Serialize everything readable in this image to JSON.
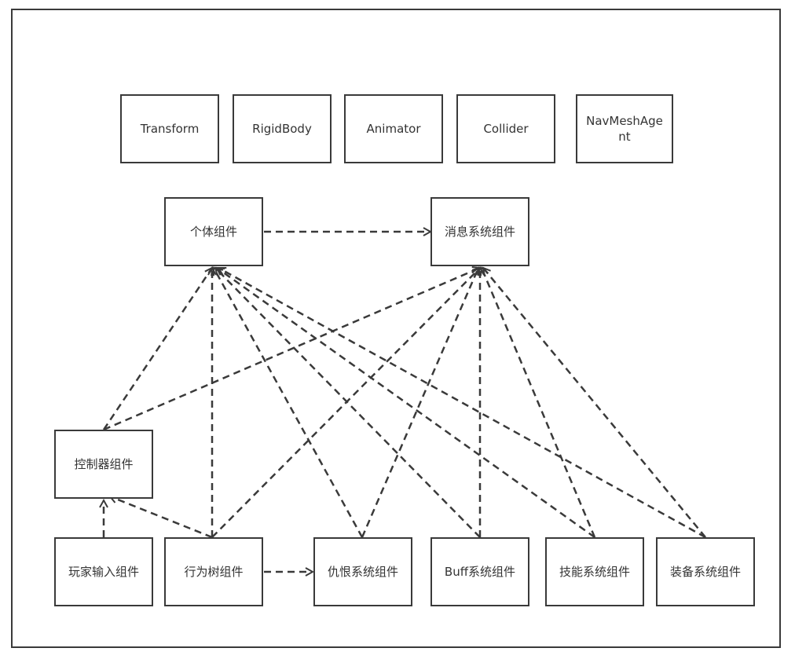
{
  "diagram": {
    "top_row": [
      {
        "id": "transform",
        "label": "Transform"
      },
      {
        "id": "rigidbody",
        "label": "RigidBody"
      },
      {
        "id": "animator",
        "label": "Animator"
      },
      {
        "id": "collider",
        "label": "Collider"
      },
      {
        "id": "navmesh",
        "label": "NavMeshAgent"
      }
    ],
    "individual": {
      "id": "individual",
      "label": "个体组件"
    },
    "message": {
      "id": "message",
      "label": "消息系统组件"
    },
    "controller": {
      "id": "controller",
      "label": "控制器组件"
    },
    "bottom_row": [
      {
        "id": "player_input",
        "label": "玩家输入组件"
      },
      {
        "id": "behavior_tree",
        "label": "行为树组件"
      },
      {
        "id": "hatred",
        "label": "仇恨系统组件"
      },
      {
        "id": "buff",
        "label": "Buff系统组件"
      },
      {
        "id": "skill",
        "label": "技能系统组件"
      },
      {
        "id": "equipment",
        "label": "装备系统组件"
      }
    ],
    "edges": [
      {
        "from": "individual",
        "to": "message"
      },
      {
        "from": "controller",
        "to": "individual"
      },
      {
        "from": "controller",
        "to": "message"
      },
      {
        "from": "player_input",
        "to": "controller"
      },
      {
        "from": "behavior_tree",
        "to": "controller"
      },
      {
        "from": "behavior_tree",
        "to": "individual"
      },
      {
        "from": "behavior_tree",
        "to": "message"
      },
      {
        "from": "behavior_tree",
        "to": "hatred"
      },
      {
        "from": "hatred",
        "to": "individual"
      },
      {
        "from": "hatred",
        "to": "message"
      },
      {
        "from": "buff",
        "to": "individual"
      },
      {
        "from": "buff",
        "to": "message"
      },
      {
        "from": "skill",
        "to": "individual"
      },
      {
        "from": "skill",
        "to": "message"
      },
      {
        "from": "equipment",
        "to": "individual"
      },
      {
        "from": "equipment",
        "to": "message"
      }
    ],
    "colors": {
      "stroke": "#3a3a3a",
      "text": "#333333",
      "background": "#ffffff"
    }
  }
}
